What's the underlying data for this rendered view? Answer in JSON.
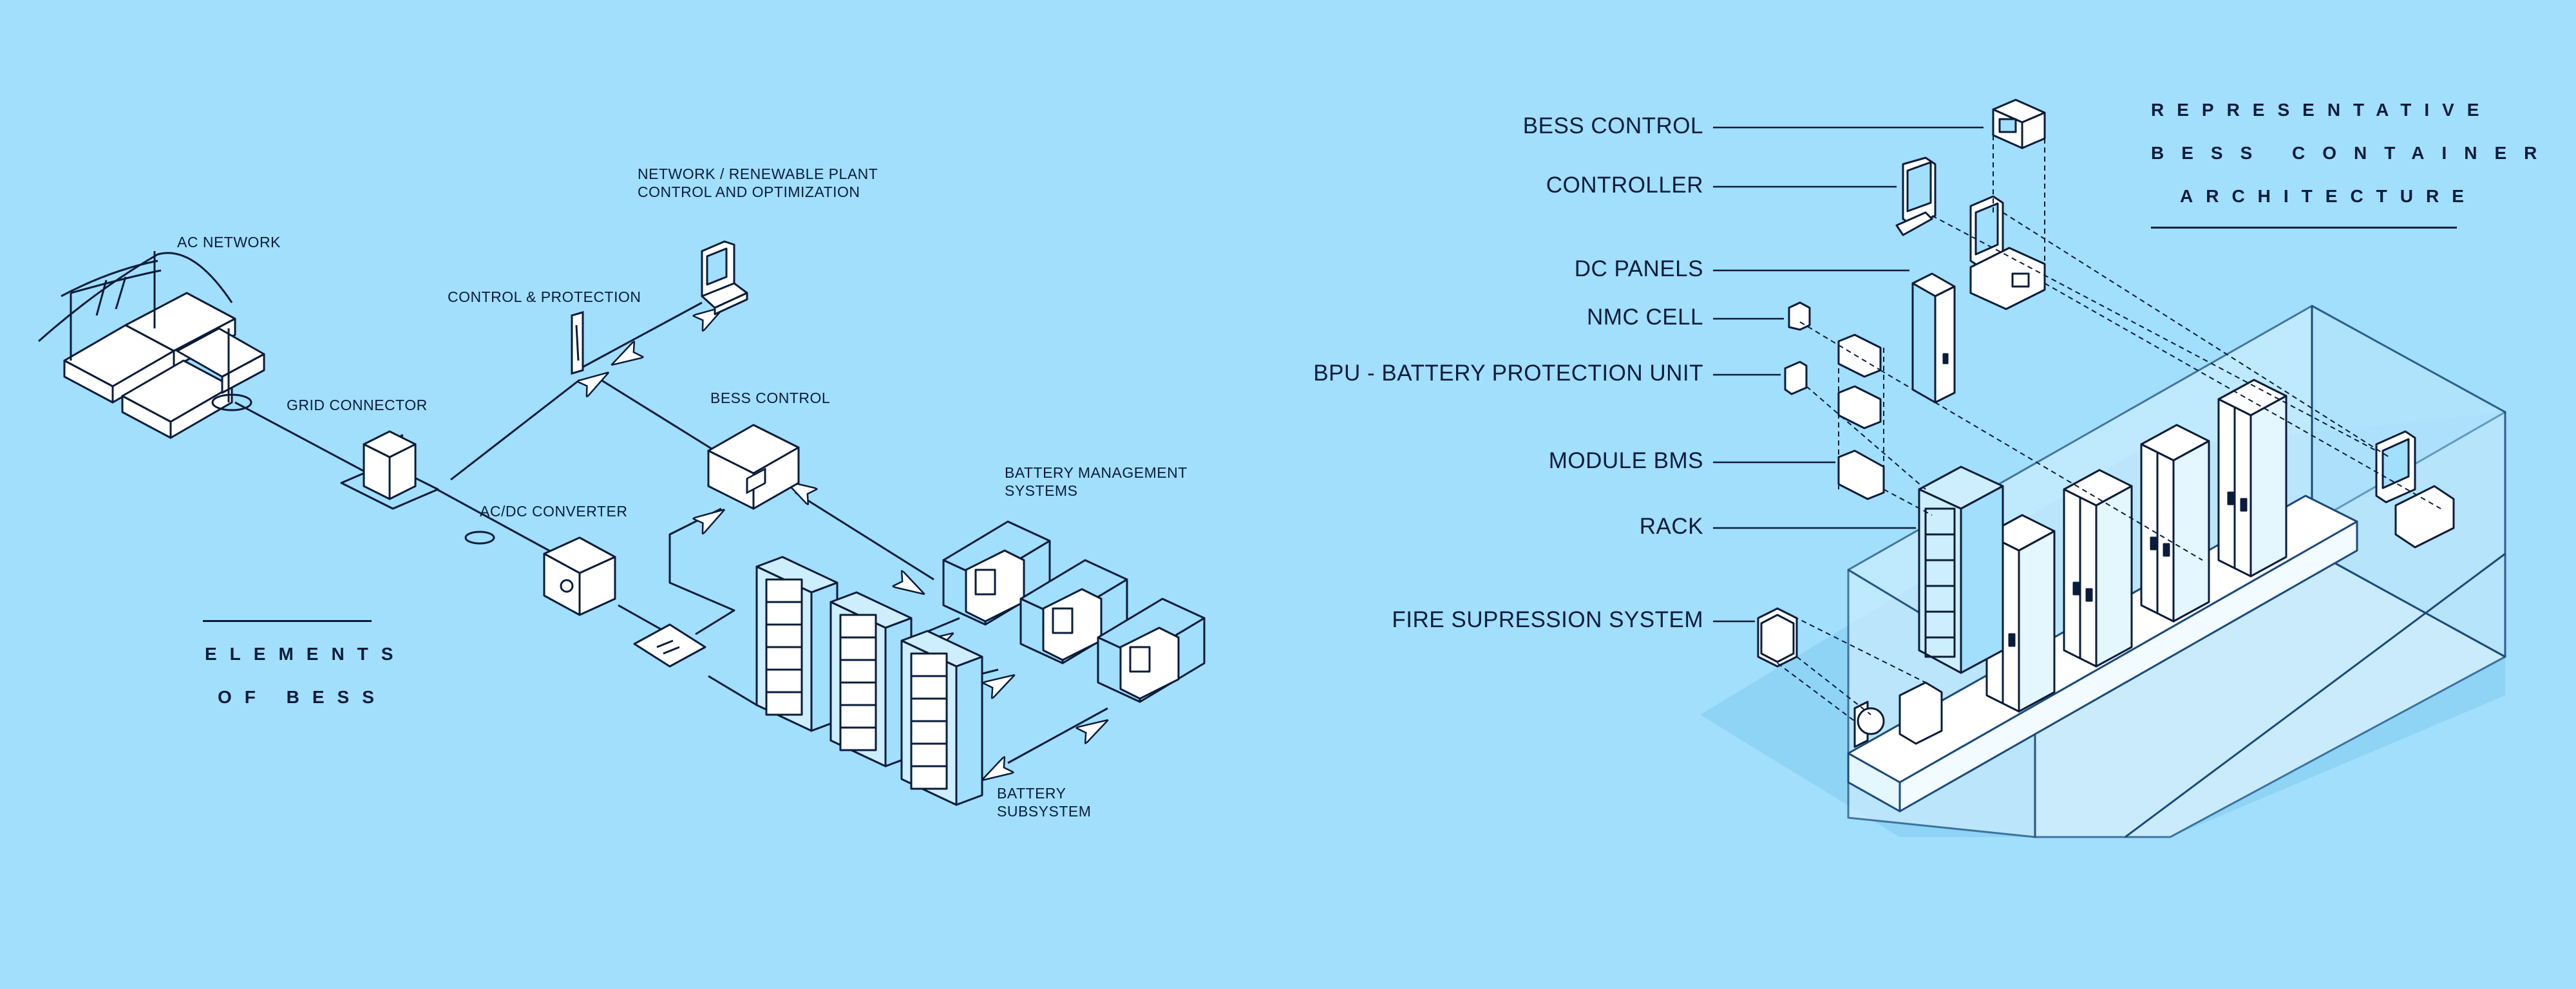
{
  "colors": {
    "background": "#a1dffc",
    "ink": "#0a1c3a",
    "container_light": "#cdeefd",
    "container_shade": "#7ec7ee",
    "white": "#ffffff"
  },
  "left": {
    "heading_line1": "ELEMENTS",
    "heading_line2": "OF BESS",
    "labels": {
      "ac_network": "AC NETWORK",
      "network_control": "NETWORK / RENEWABLE PLANT\nCONTROL AND OPTIMIZATION",
      "control_protection": "CONTROL & PROTECTION",
      "grid_connector": "GRID CONNECTOR",
      "bess_control": "BESS CONTROL",
      "acdc_converter": "AC/DC CONVERTER",
      "bms": "BATTERY MANAGEMENT\nSYSTEMS",
      "battery_subsystem": "BATTERY\nSUBSYSTEM"
    }
  },
  "right": {
    "heading_line1": "REPRESENTATIVE",
    "heading_line2": "BESS CONTAINER",
    "heading_line3": "ARCHITECTURE",
    "callouts": [
      {
        "id": "bess-control",
        "label": "BESS CONTROL"
      },
      {
        "id": "controller",
        "label": "CONTROLLER"
      },
      {
        "id": "dc-panels",
        "label": "DC PANELS"
      },
      {
        "id": "nmc-cell",
        "label": "NMC CELL"
      },
      {
        "id": "bpu",
        "label": "BPU - BATTERY PROTECTION UNIT"
      },
      {
        "id": "module-bms",
        "label": "MODULE BMS"
      },
      {
        "id": "rack",
        "label": "RACK"
      },
      {
        "id": "fire-suppression",
        "label": "FIRE SUPRESSION SYSTEM"
      }
    ]
  }
}
